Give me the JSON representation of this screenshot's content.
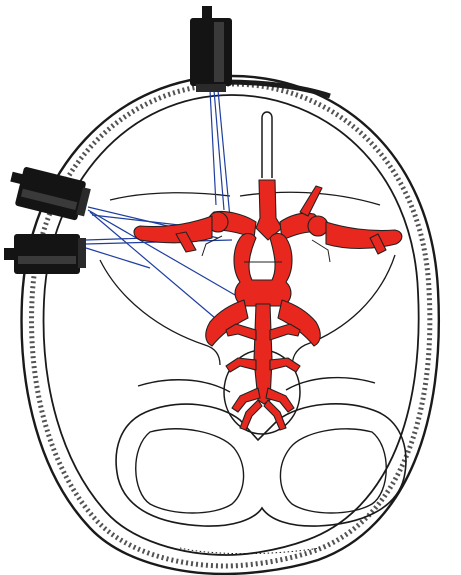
{
  "figure": {
    "colors": {
      "background": "#ffffff",
      "outline": "#1a1a1a",
      "vessel": "#e8281e",
      "beam": "#1f3fa0",
      "probe": "#141414"
    },
    "components": [
      "skull-outline",
      "circle-of-willis",
      "transcranial-doppler-probe",
      "ultrasound-beam"
    ],
    "probes": [
      {
        "id": "upper",
        "icon": "ultrasound-probe-icon"
      },
      {
        "id": "middle",
        "icon": "ultrasound-probe-icon"
      },
      {
        "id": "lower",
        "icon": "ultrasound-probe-icon"
      }
    ]
  }
}
